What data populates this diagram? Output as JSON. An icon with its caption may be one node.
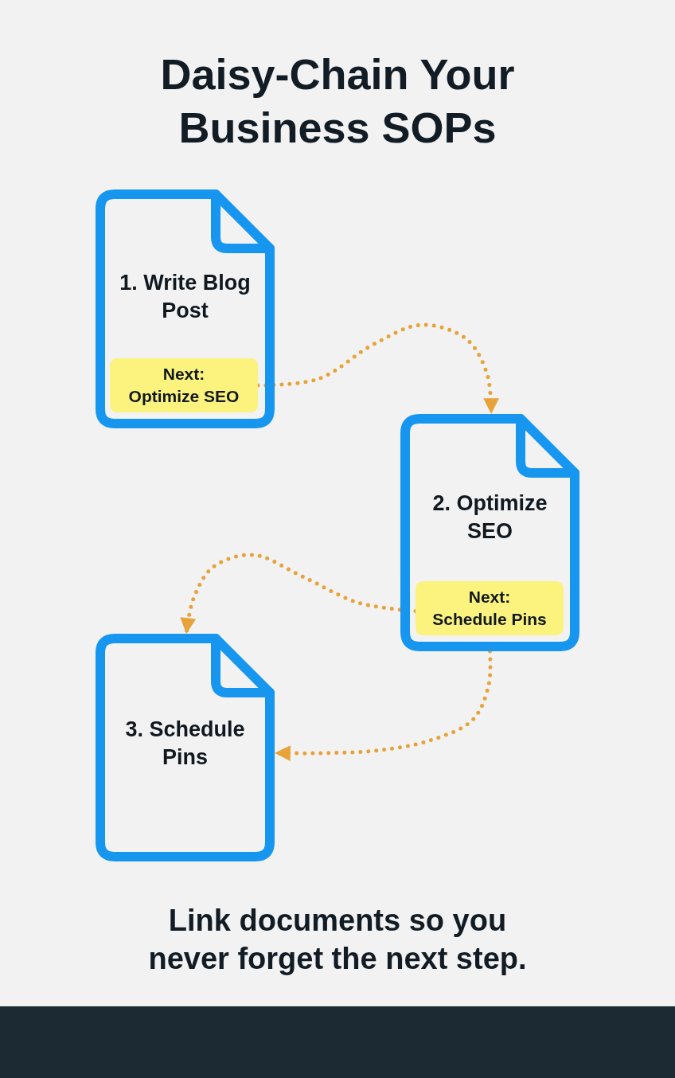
{
  "diagram": {
    "title": "Daisy-Chain Your Business SOPs",
    "nodes": [
      {
        "text": [
          "1. Write Blog Post"
        ]
      },
      {
        "text": [
          "Next:",
          "Optimize SEO"
        ],
        "in": 0
      },
      {
        "text": [
          "2. Optimize SEO"
        ]
      },
      {
        "text": [
          "Next:",
          "Schedule Pins"
        ],
        "in": 2
      },
      {
        "text": [
          "3. Schedule Pins"
        ]
      }
    ],
    "edges": [
      {
        "from": 1,
        "to": 2,
        "arrow": "to",
        "style": "dashed"
      },
      {
        "from": 3,
        "to": 4,
        "arrow": "to",
        "style": "dashed"
      },
      {
        "from": 2,
        "to": 4,
        "arrow": "to",
        "style": "dashed"
      }
    ],
    "caption": "Link documents so you never forget the next step."
  }
}
